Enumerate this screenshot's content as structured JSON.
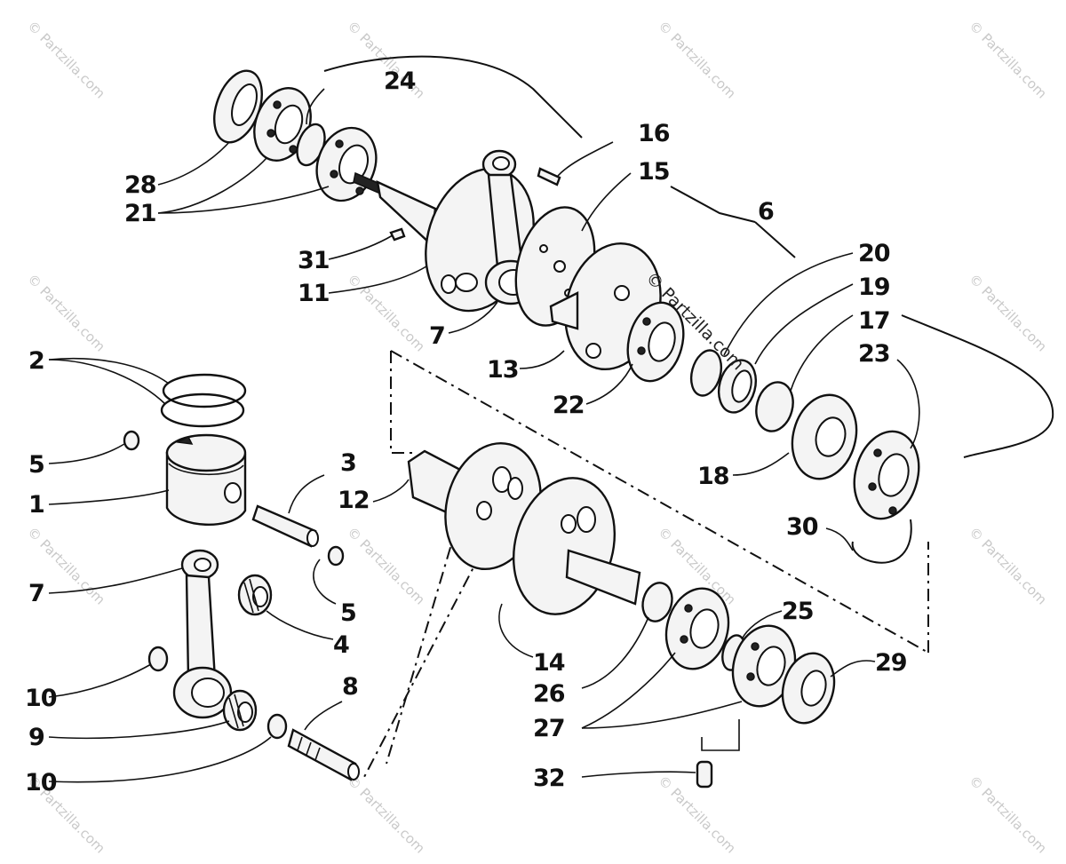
{
  "watermark": "© Partzilla.com",
  "credit": "© Partzilla.com",
  "callouts": {
    "c24": "24",
    "c28": "28",
    "c21": "21",
    "c16": "16",
    "c15": "15",
    "c6": "6",
    "c31": "31",
    "c11": "11",
    "c20": "20",
    "c19": "19",
    "c17": "17",
    "c23": "23",
    "c7a": "7",
    "c13": "13",
    "c22": "22",
    "c2": "2",
    "c5a": "5",
    "c1": "1",
    "c3": "3",
    "c12": "12",
    "c18": "18",
    "c30": "30",
    "c7b": "7",
    "c5b": "5",
    "c4": "4",
    "c25": "25",
    "c29": "29",
    "c14": "14",
    "c26": "26",
    "c10a": "10",
    "c8": "8",
    "c9": "9",
    "c27": "27",
    "c10b": "10",
    "c32": "32"
  }
}
